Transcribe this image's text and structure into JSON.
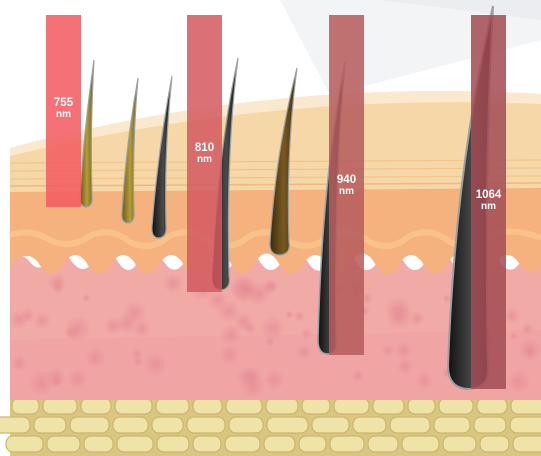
{
  "beams": [
    {
      "id": "755",
      "wavelength": "755",
      "unit": "nm",
      "color": "#f25b61"
    },
    {
      "id": "810",
      "wavelength": "810",
      "unit": "nm",
      "color": "#d45a61"
    },
    {
      "id": "940",
      "wavelength": "940",
      "unit": "nm",
      "color": "#b65b5c"
    },
    {
      "id": "1064",
      "wavelength": "1064",
      "unit": "nm",
      "color": "#a34c55"
    }
  ],
  "colors": {
    "epidermis": "#f6d7a7",
    "epidermis_top": "#fbe8cc",
    "dermis_upper": "#f5b67f",
    "dermis": "#eea3a3",
    "fat": "#efe3a8",
    "hair_dark": "#2a2a2a",
    "hair_light": "#7a6a2a"
  }
}
